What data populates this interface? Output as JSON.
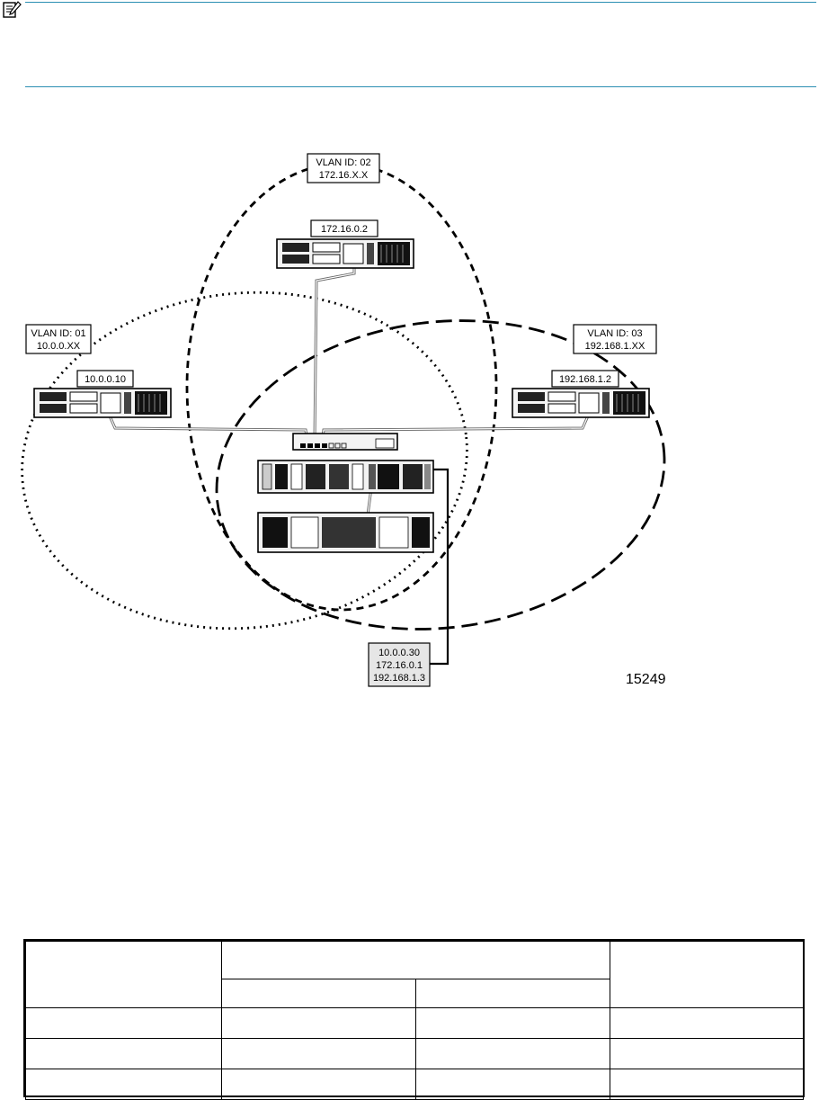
{
  "note": {
    "icon": "note-pencil-icon"
  },
  "diagram": {
    "figure_id": "15249",
    "vlans": [
      {
        "id_label": "VLAN ID: 01",
        "subnet": "10.0.0.XX"
      },
      {
        "id_label": "VLAN ID: 02",
        "subnet": "172.16.X.X"
      },
      {
        "id_label": "VLAN ID: 03",
        "subnet": "192.168.1.XX"
      }
    ],
    "hosts": [
      {
        "ip": "10.0.0.10"
      },
      {
        "ip": "172.16.0.2"
      },
      {
        "ip": "192.168.1.2"
      }
    ],
    "storage_ips": [
      "10.0.0.30",
      "172.16.0.1",
      "192.168.1.3"
    ]
  },
  "table": {
    "rows": [
      [
        "",
        "",
        "",
        ""
      ],
      [
        "",
        "",
        ""
      ],
      [
        "",
        "",
        "",
        ""
      ],
      [
        "",
        "",
        "",
        ""
      ],
      [
        "",
        "",
        "",
        ""
      ]
    ]
  }
}
